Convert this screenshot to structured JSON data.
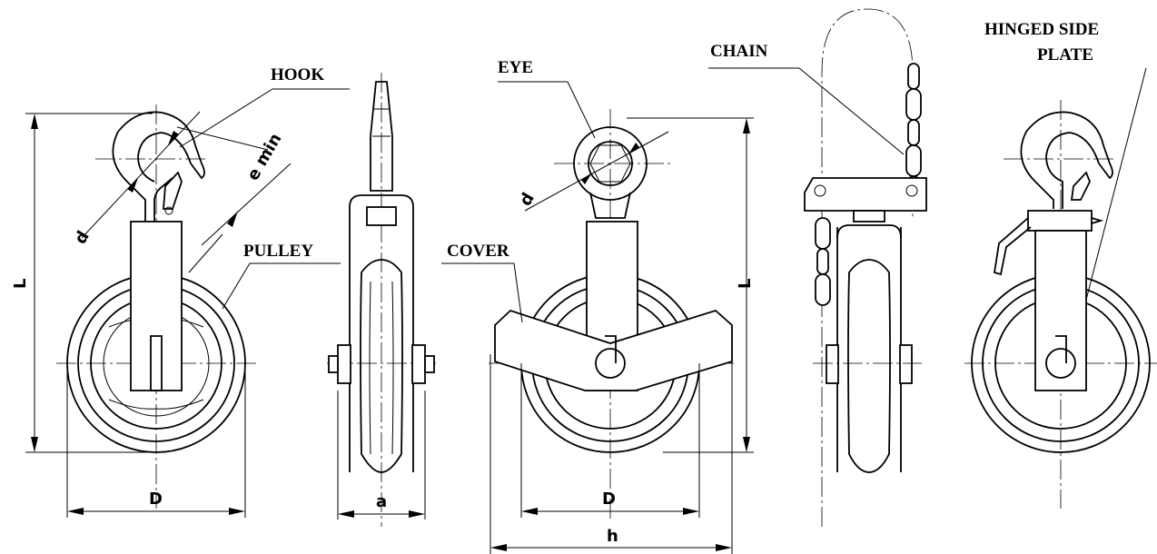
{
  "labels": {
    "hook": "HOOK",
    "pulley": "PULLEY",
    "eye": "EYE",
    "cover": "COVER",
    "chain": "CHAIN",
    "hinged_line1": "HINGED SIDE",
    "hinged_line2": "PLATE"
  },
  "dimensions": {
    "L": "L",
    "d": "d",
    "e_min": "e min",
    "D": "D",
    "a": "a",
    "h": "h"
  }
}
